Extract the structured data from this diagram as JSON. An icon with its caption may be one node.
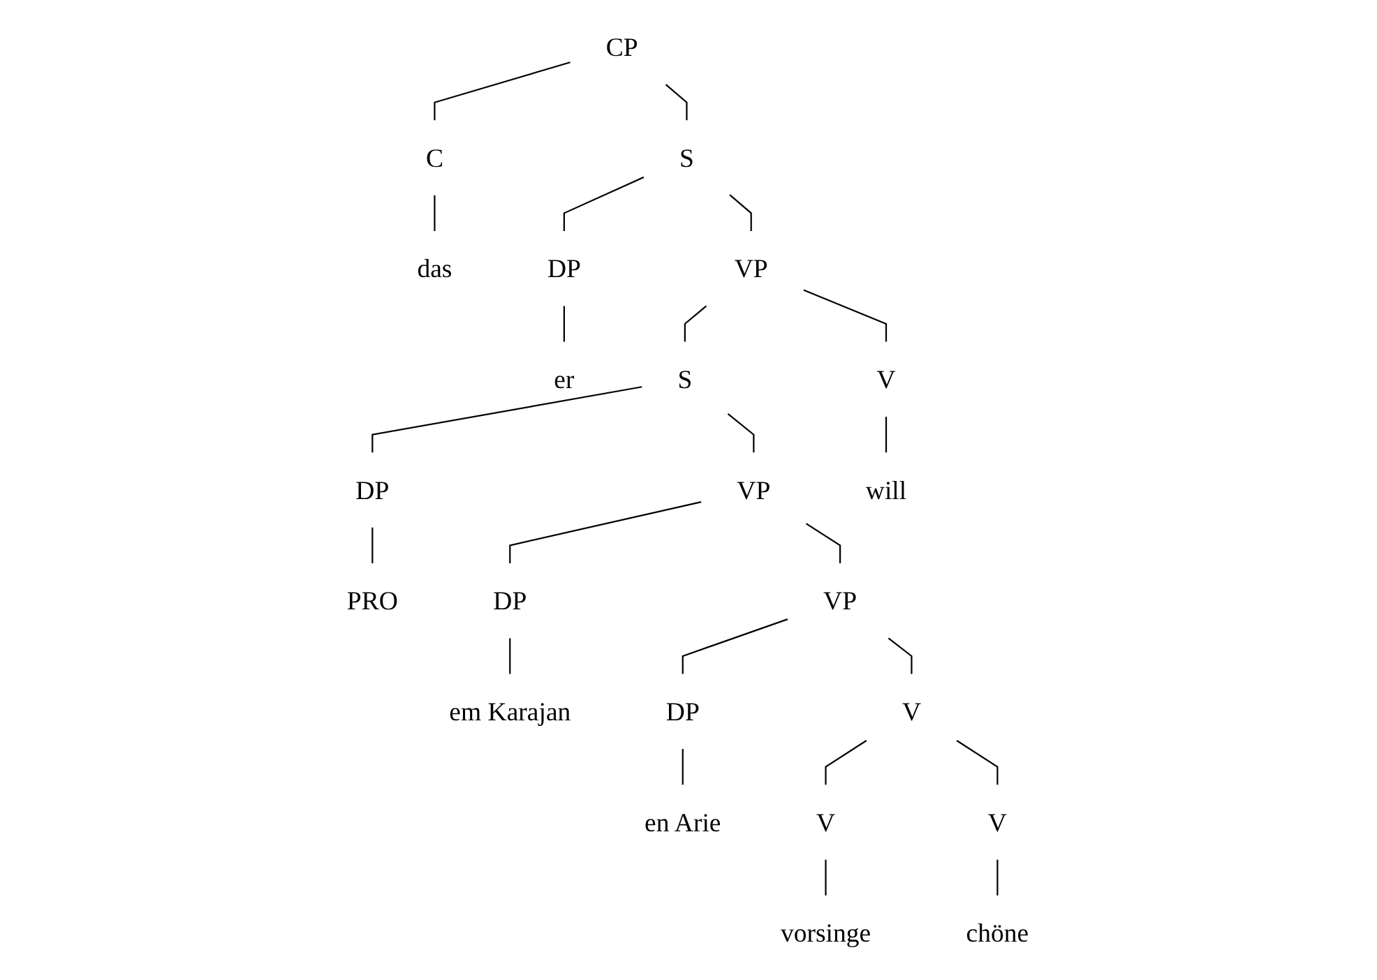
{
  "diagram": {
    "nodes": [
      {
        "text": [
          "CP"
        ]
      },
      {
        "text": [
          "C"
        ]
      },
      {
        "text": [
          "S"
        ]
      },
      {
        "text": [
          "das"
        ]
      },
      {
        "text": [
          "DP"
        ]
      },
      {
        "text": [
          "VP"
        ]
      },
      {
        "text": [
          "er"
        ]
      },
      {
        "text": [
          "S"
        ]
      },
      {
        "text": [
          "V"
        ]
      },
      {
        "text": [
          "DP"
        ]
      },
      {
        "text": [
          "VP"
        ]
      },
      {
        "text": [
          "will"
        ]
      },
      {
        "text": [
          "PRO"
        ]
      },
      {
        "text": [
          "DP"
        ]
      },
      {
        "text": [
          "VP"
        ]
      },
      {
        "text": [
          "em Karajan"
        ]
      },
      {
        "text": [
          "DP"
        ]
      },
      {
        "text": [
          "V"
        ]
      },
      {
        "text": [
          "en Arie"
        ]
      },
      {
        "text": [
          "V"
        ]
      },
      {
        "text": [
          "V"
        ]
      },
      {
        "text": [
          "vorsinge"
        ]
      },
      {
        "text": [
          "chöne"
        ]
      }
    ],
    "edges": [
      {
        "from": 0,
        "to": 1,
        "arrow": "none"
      },
      {
        "from": 0,
        "to": 2,
        "arrow": "none"
      },
      {
        "from": 1,
        "to": 3,
        "arrow": "none"
      },
      {
        "from": 2,
        "to": 4,
        "arrow": "none"
      },
      {
        "from": 2,
        "to": 5,
        "arrow": "none"
      },
      {
        "from": 4,
        "to": 6,
        "arrow": "none"
      },
      {
        "from": 5,
        "to": 7,
        "arrow": "none"
      },
      {
        "from": 5,
        "to": 8,
        "arrow": "none"
      },
      {
        "from": 7,
        "to": 9,
        "arrow": "none"
      },
      {
        "from": 7,
        "to": 10,
        "arrow": "none"
      },
      {
        "from": 8,
        "to": 11,
        "arrow": "none"
      },
      {
        "from": 9,
        "to": 12,
        "arrow": "none"
      },
      {
        "from": 10,
        "to": 13,
        "arrow": "none"
      },
      {
        "from": 10,
        "to": 14,
        "arrow": "none"
      },
      {
        "from": 13,
        "to": 15,
        "arrow": "none"
      },
      {
        "from": 14,
        "to": 16,
        "arrow": "none"
      },
      {
        "from": 14,
        "to": 17,
        "arrow": "none"
      },
      {
        "from": 16,
        "to": 18,
        "arrow": "none"
      },
      {
        "from": 17,
        "to": 19,
        "arrow": "none"
      },
      {
        "from": 17,
        "to": 20,
        "arrow": "none"
      },
      {
        "from": 19,
        "to": 21,
        "arrow": "none"
      },
      {
        "from": 20,
        "to": 22,
        "arrow": "none"
      }
    ]
  }
}
